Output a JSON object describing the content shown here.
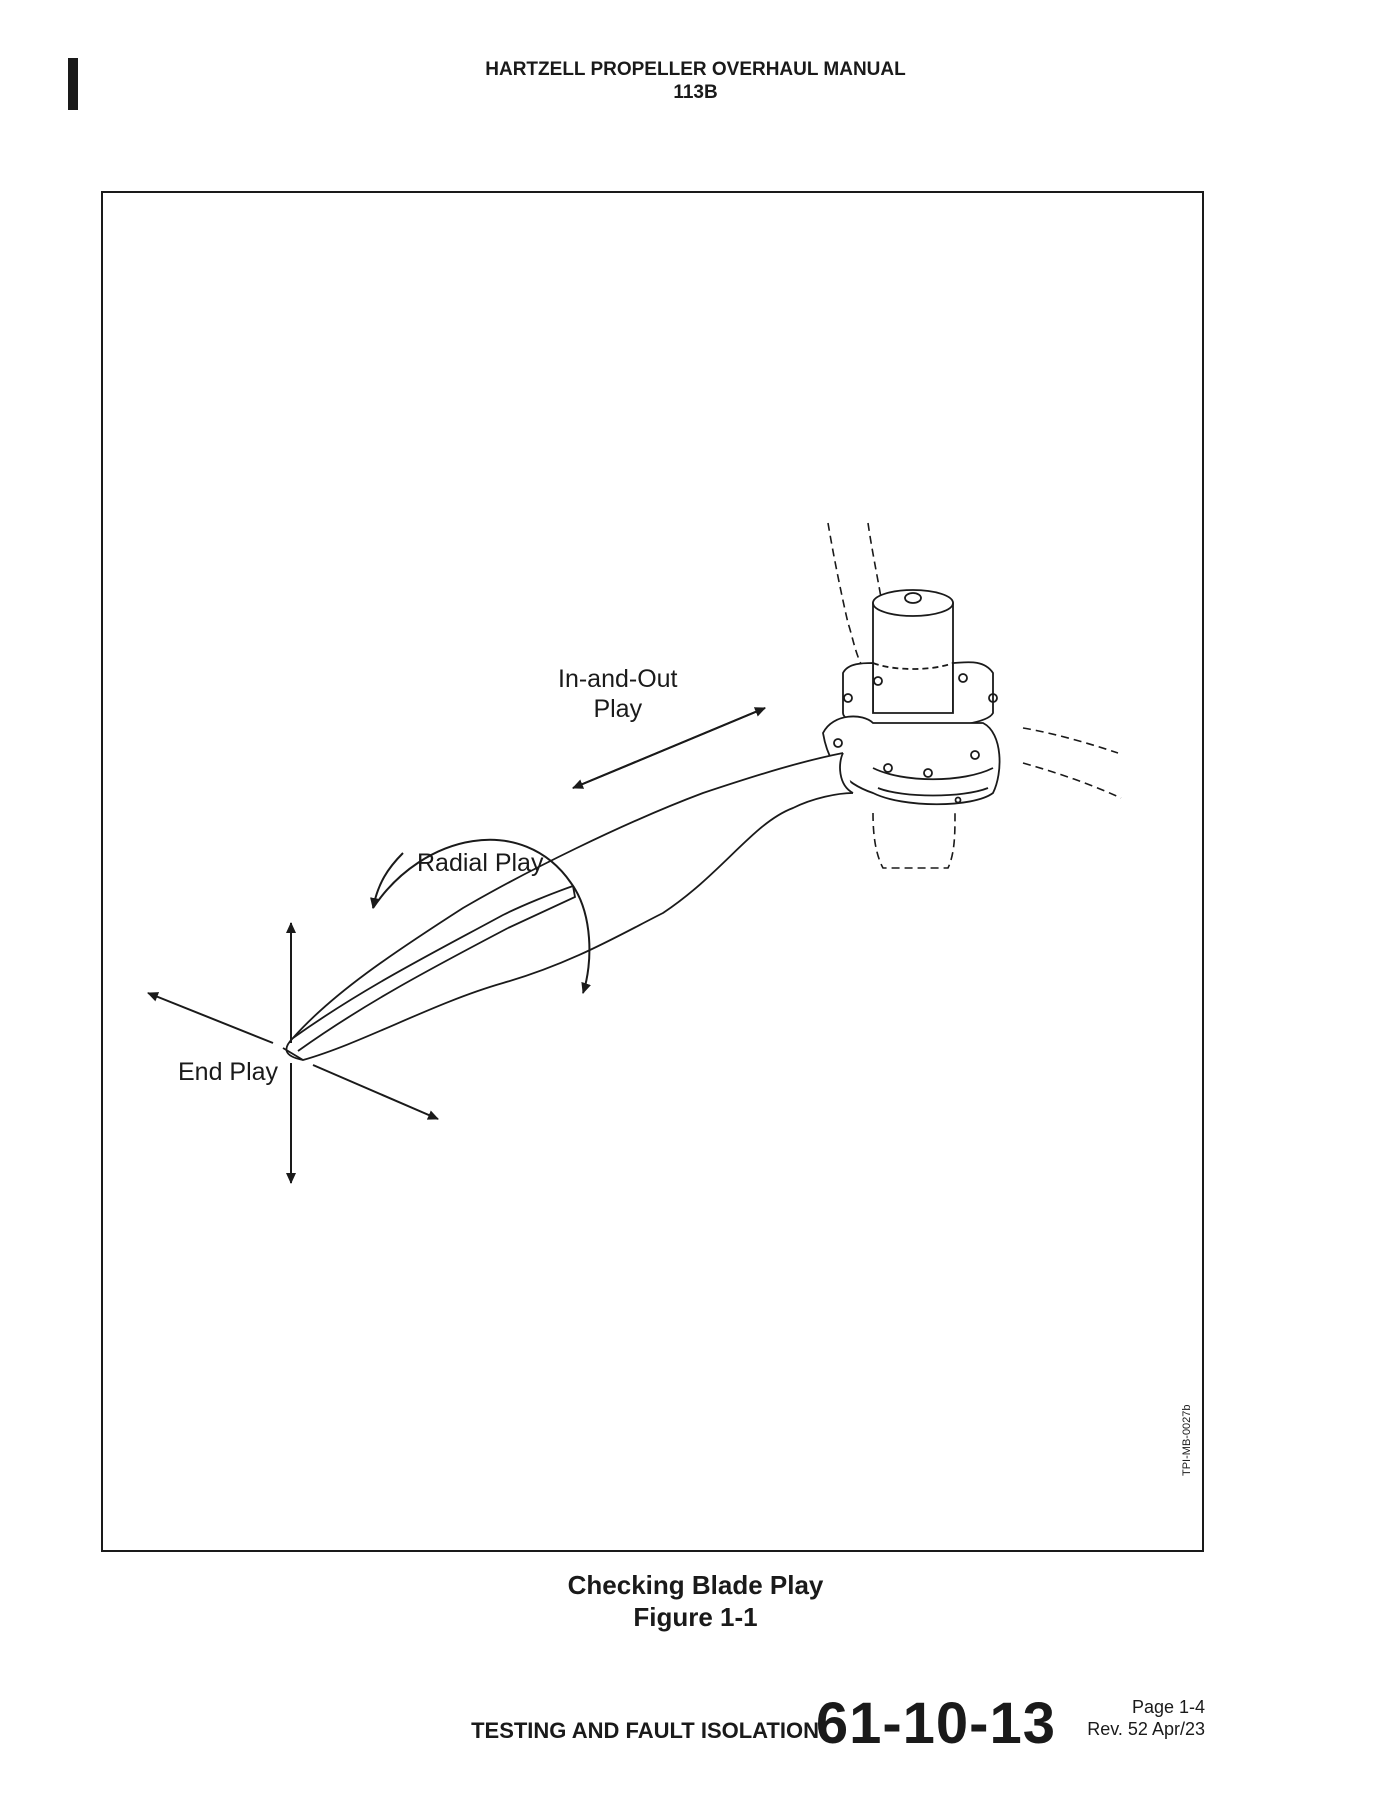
{
  "header": {
    "title": "HARTZELL PROPELLER OVERHAUL MANUAL",
    "model": "113B"
  },
  "figure": {
    "labels": {
      "in_and_out_line1": "In-and-Out",
      "in_and_out_line2": "Play",
      "radial": "Radial Play",
      "end": "End Play"
    },
    "id_code": "TPI-MB-0027b"
  },
  "caption": {
    "title": "Checking Blade Play",
    "number": "Figure 1-1"
  },
  "footer": {
    "section": "TESTING AND FAULT ISOLATION",
    "code": "61-10-13",
    "page": "Page 1-4",
    "revision": "Rev. 52 Apr/23"
  }
}
